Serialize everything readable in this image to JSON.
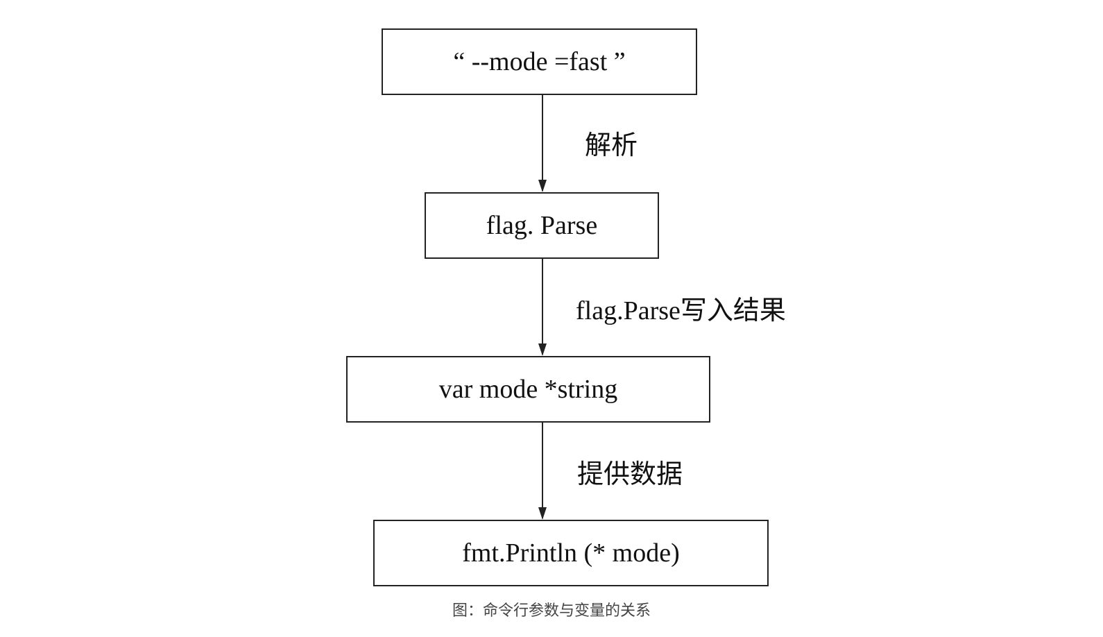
{
  "diagram": {
    "nodes": [
      {
        "id": "n1",
        "label": "“ --mode =fast ”"
      },
      {
        "id": "n2",
        "label": "flag. Parse"
      },
      {
        "id": "n3",
        "label": "var mode *string"
      },
      {
        "id": "n4",
        "label": "fmt.Println (* mode)"
      }
    ],
    "edges": [
      {
        "from": "n1",
        "to": "n2",
        "label": "解析"
      },
      {
        "from": "n2",
        "to": "n3",
        "label": "flag.Parse写入结果"
      },
      {
        "from": "n3",
        "to": "n4",
        "label": "提供数据"
      }
    ],
    "caption": "图：命令行参数与变量的关系"
  }
}
